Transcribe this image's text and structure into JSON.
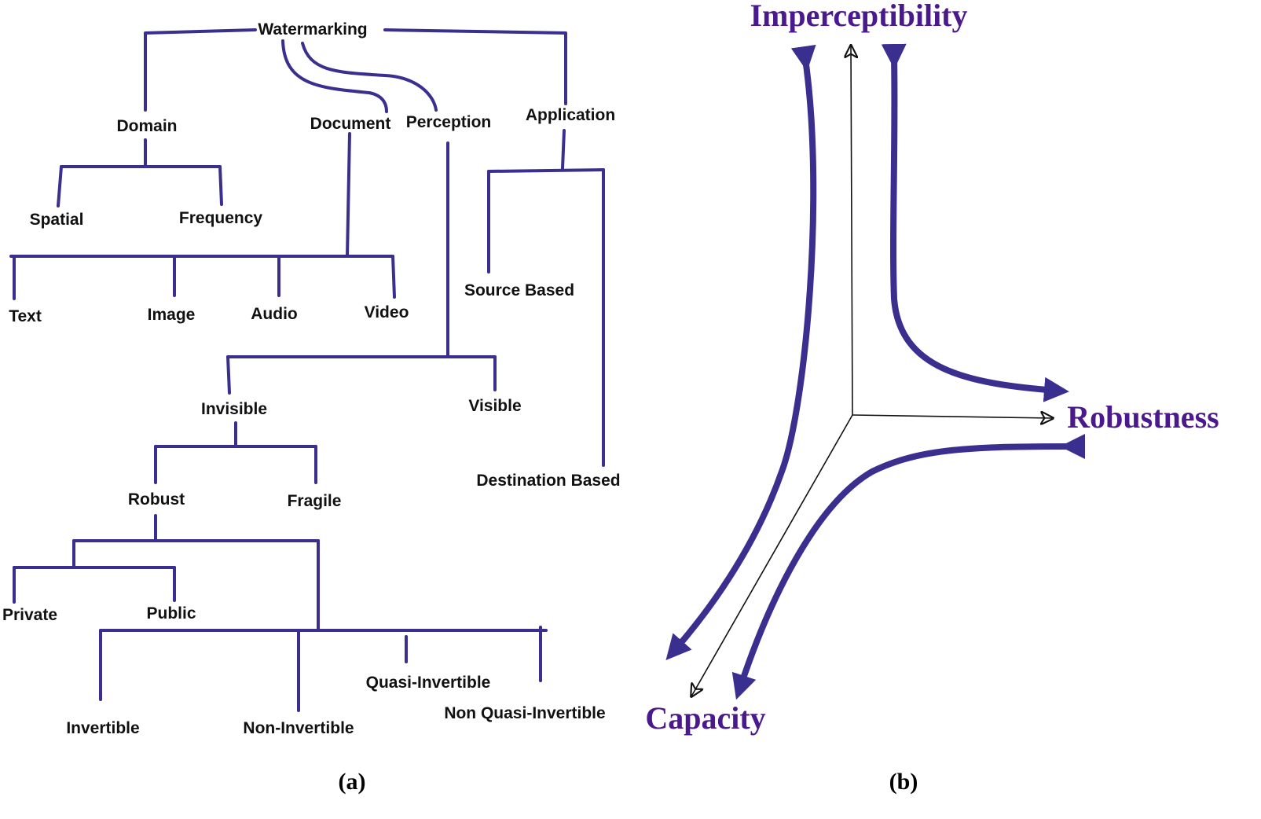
{
  "tree": {
    "root": "Watermarking",
    "domain": {
      "label": "Domain",
      "children": [
        "Spatial",
        "Frequency"
      ]
    },
    "document": {
      "label": "Document",
      "children": [
        "Text",
        "Image",
        "Audio",
        "Video"
      ]
    },
    "perception": {
      "label": "Perception",
      "invisible": "Invisible",
      "visible": "Visible"
    },
    "application": {
      "label": "Application",
      "children": [
        "Source Based",
        "Destination Based"
      ]
    },
    "invisible_children": {
      "robust": "Robust",
      "fragile": "Fragile"
    },
    "robust_children": [
      "Private",
      "Public",
      "Invertible",
      "Non-Invertible",
      "Quasi-Invertible",
      "Non Quasi-Invertible"
    ]
  },
  "tradeoff": {
    "axes": [
      "Imperceptibility",
      "Robustness",
      "Capacity"
    ]
  },
  "panels": {
    "a": "(a)",
    "b": "(b)"
  },
  "colors": {
    "lines": "#3a2f8f",
    "axis_labels": "#4a1a8c"
  }
}
